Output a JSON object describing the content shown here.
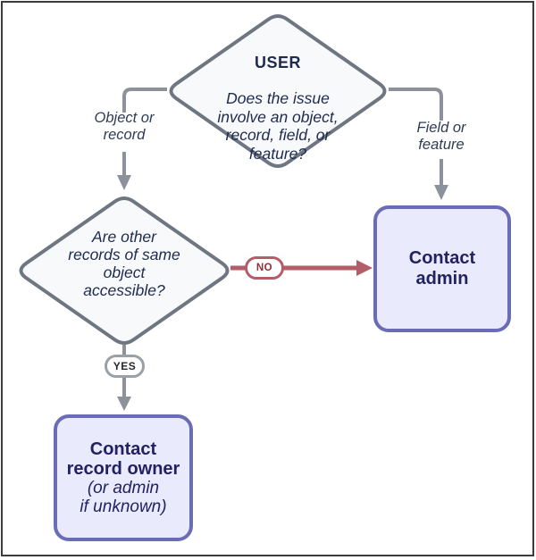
{
  "flowchart": {
    "start": {
      "title": "USER",
      "question": "Does the issue\ninvolve an object,\nrecord, field, or\nfeature?"
    },
    "branch_left_label": "Object or\nrecord",
    "branch_right_label": "Field or\nfeature",
    "decision": {
      "question": "Are other\nrecords of same\nobject\naccessible?"
    },
    "no_label": "NO",
    "yes_label": "YES",
    "contact_admin": {
      "label": "Contact\nadmin"
    },
    "contact_owner": {
      "title": "Contact\nrecord owner",
      "note": "(or admin\nif unknown)"
    },
    "colors": {
      "connector_gray": "#8b929c",
      "connector_red": "#b25d68",
      "diamond_border": "#6e7681",
      "diamond_fill": "#f8f9fb",
      "outcome_border": "#6a6cb5",
      "outcome_fill": "#e9eafc",
      "diamond_text": "#1e2b4f",
      "outcome_text": "#222262",
      "no_text": "#8e3039",
      "frame_border": "#3c3c3c"
    }
  }
}
